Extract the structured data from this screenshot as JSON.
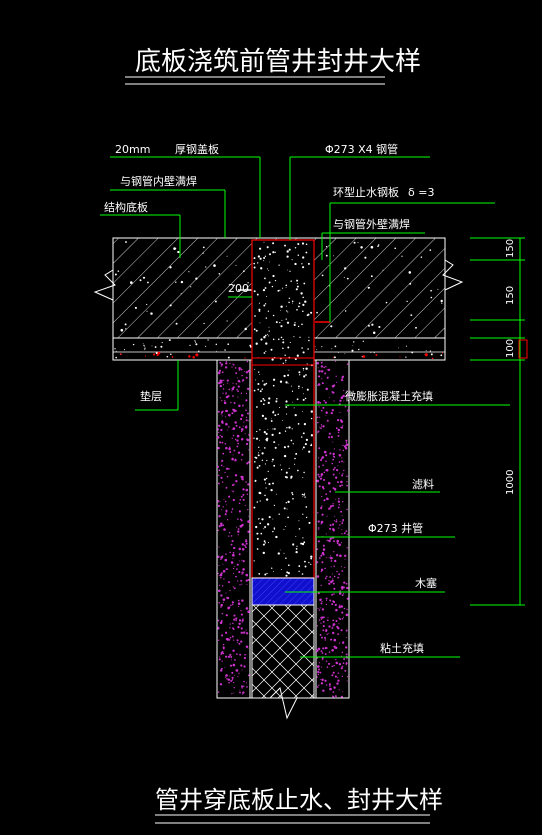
{
  "title_top": "底板浇筑前管井封井大样",
  "title_bottom": "管井穿底板止水、封井大样",
  "labels": {
    "plate_20mm": "20mm",
    "plate_desc": "厚钢盖板",
    "pipe_spec": "Φ273  X4 钢管",
    "weld_inner": "与钢管内壁满焊",
    "waterstop": "环型止水钢板",
    "delta": "δ =3",
    "base_slab": "结构底板",
    "weld_outer": "与钢管外壁满焊",
    "dim_200": "200",
    "cushion": "垫层",
    "concrete_fill": "微膨胀混凝土充填",
    "filter_material": "滤料",
    "well_pipe": "Φ273  井管",
    "wood_plug": "木塞",
    "clay_fill": "粘土充填"
  },
  "dims": {
    "d150_top": "150",
    "d150_mid": "150",
    "d100": "100",
    "d1000": "1000"
  },
  "colors": {
    "background": "#000000",
    "line": "#ffffff",
    "leader": "#00ff00",
    "dimension": "#00ff00",
    "pipe_outline": "#ff0000",
    "filter_material": "#cc33cc",
    "wood_plug": "#1010cc",
    "label_text": "#ffffff"
  }
}
